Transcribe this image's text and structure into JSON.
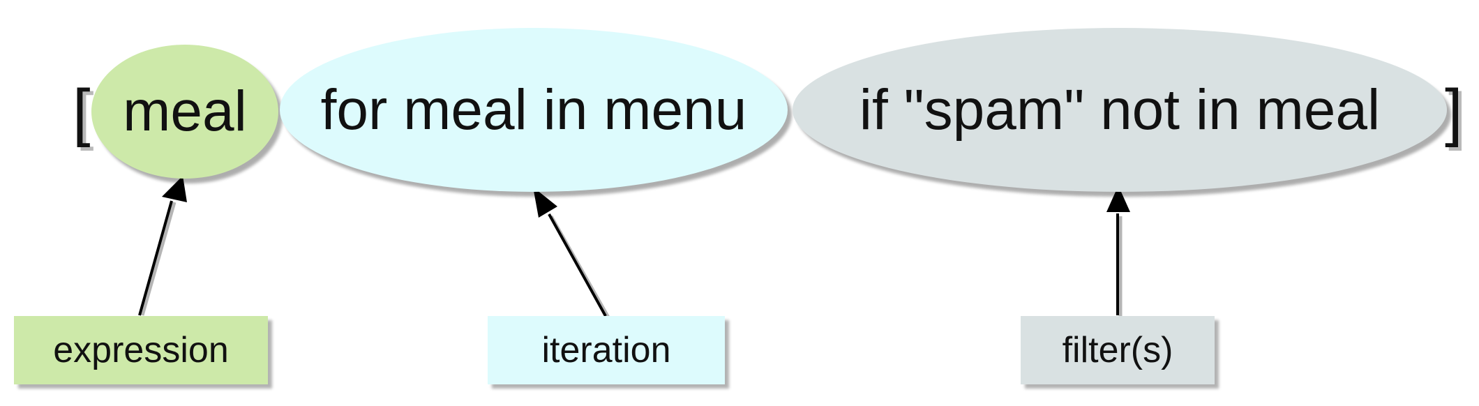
{
  "code": {
    "open_bracket": "[",
    "close_bracket": "]",
    "expression": "meal",
    "iteration": "for meal in menu",
    "filter": "if \"spam\" not in meal"
  },
  "labels": {
    "expression": "expression",
    "iteration": "iteration",
    "filter": "filter(s)"
  },
  "colors": {
    "expression": "#cde9a9",
    "iteration": "#ddfbfd",
    "filter": "#d9e1e2",
    "text": "#111111",
    "arrow": "#000000"
  }
}
